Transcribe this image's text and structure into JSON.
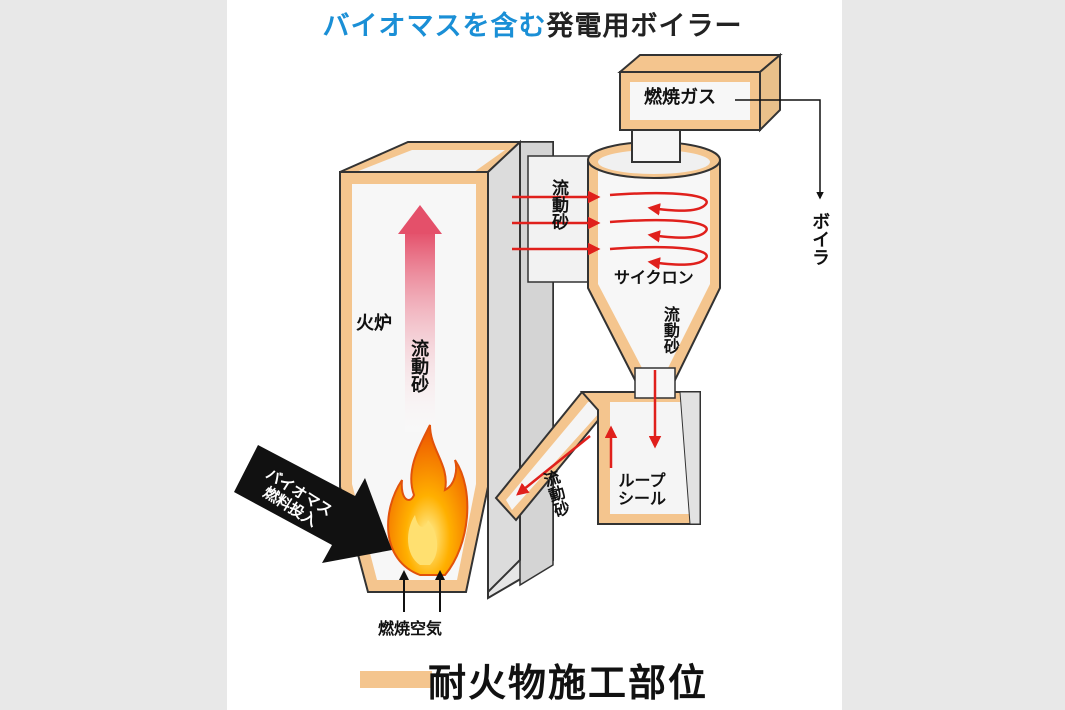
{
  "title": {
    "part1": "バイオマスを含む",
    "part2": "発電用ボイラー"
  },
  "labels": {
    "combustion_gas": "燃焼ガス",
    "boiler": "ボイラ",
    "fluid_sand_top": "流動砂",
    "cyclone": "サイクロン",
    "fluid_sand_cyclone": "流動砂",
    "furnace": "火炉",
    "fluid_sand_furnace": "流動砂",
    "loop_seal": "ループ\nシール",
    "fluid_sand_return": "流動砂",
    "biomass_input": "バイオマス\n燃料投入",
    "combustion_air": "燃焼空気"
  },
  "legend": {
    "label": "耐火物施工部位",
    "color": "#f4c58e"
  },
  "colors": {
    "refractory": "#f4c58e",
    "arrow_red": "#e0201c",
    "title_blue": "#1a8fd6",
    "flow_arrow": "#e4506a"
  }
}
